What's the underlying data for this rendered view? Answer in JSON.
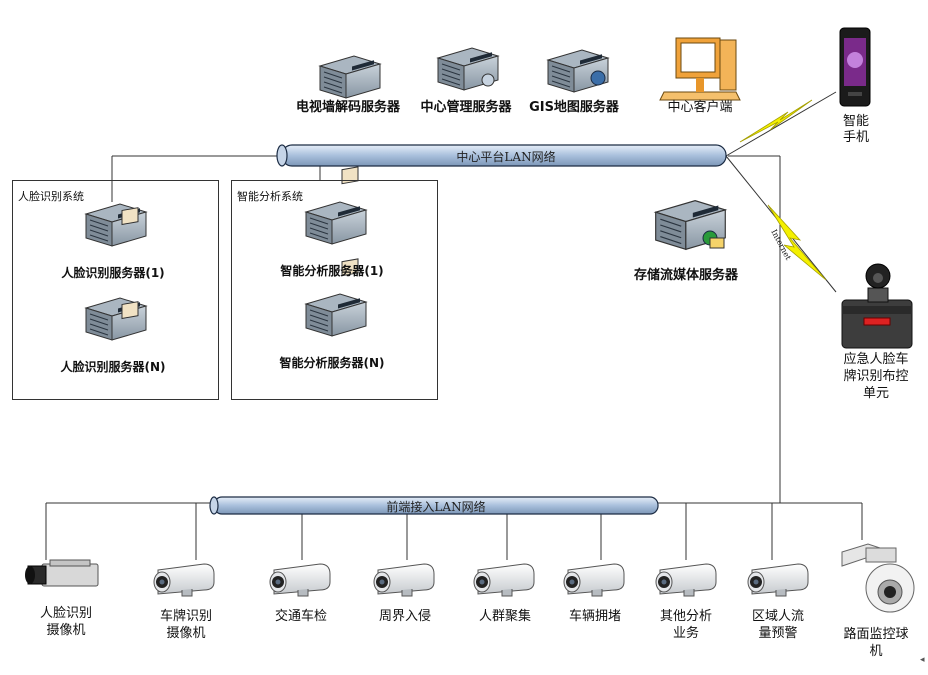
{
  "center_lan": {
    "label": "中心平台LAN网络"
  },
  "front_lan": {
    "label": "前端接入LAN网络"
  },
  "internet_label": "Internet",
  "top_servers": [
    {
      "id": "tv",
      "label": "电视墙解码服务器"
    },
    {
      "id": "mgmt",
      "label": "中心管理服务器"
    },
    {
      "id": "gis",
      "label": "GIS地图服务器"
    }
  ],
  "client": {
    "label": "中心客户端"
  },
  "phone": {
    "label_line1": "智能",
    "label_line2": "手机"
  },
  "face_system": {
    "title": "人脸识别系统",
    "server1": "人脸识别服务器(1)",
    "serverN": "人脸识别服务器(N)"
  },
  "analysis_system": {
    "title": "智能分析系统",
    "server1": "智能分析服务器(1)",
    "serverN": "智能分析服务器(N)"
  },
  "storage": {
    "label": "存储流媒体服务器"
  },
  "emergency": {
    "line1": "应急人脸车",
    "line2": "牌识别布控",
    "line3": "单元"
  },
  "cameras": [
    {
      "id": "face-cam",
      "line1": "人脸识别",
      "line2": "摄像机"
    },
    {
      "id": "plate-cam",
      "line1": "车牌识别",
      "line2": "摄像机"
    },
    {
      "id": "traffic-cam",
      "line1": "交通车检",
      "line2": ""
    },
    {
      "id": "perimeter-cam",
      "line1": "周界入侵",
      "line2": ""
    },
    {
      "id": "crowd-cam",
      "line1": "人群聚集",
      "line2": ""
    },
    {
      "id": "congestion-cam",
      "line1": "车辆拥堵",
      "line2": ""
    },
    {
      "id": "other-cam",
      "line1": "其他分析",
      "line2": "业务"
    },
    {
      "id": "flow-cam",
      "line1": "区域人流",
      "line2": "量预警"
    },
    {
      "id": "dome-cam",
      "line1": "路面监控球",
      "line2": "机"
    }
  ],
  "colors": {
    "bus": "#b7cbe3",
    "bus_stroke": "#1c2c44",
    "server_top": "#8fa0b0",
    "lightning": "#f4f000"
  }
}
